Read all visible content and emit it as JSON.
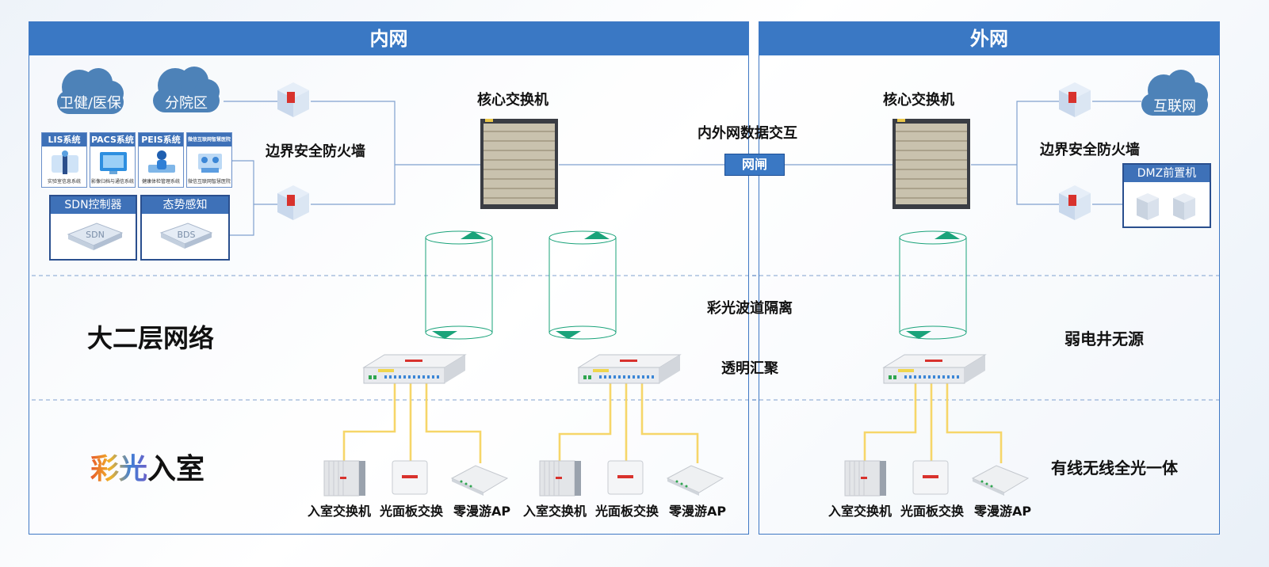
{
  "panels": {
    "inner": {
      "title": "内网"
    },
    "outer": {
      "title": "外网"
    }
  },
  "inner": {
    "clouds": [
      "卫健/医保",
      "分院区"
    ],
    "systems": [
      {
        "title": "LIS系统",
        "caption": "实验室信息系统"
      },
      {
        "title": "PACS系统",
        "caption": "影像归档与通信系统"
      },
      {
        "title": "PEIS系统",
        "caption": "健康体检管理系统"
      },
      {
        "title": "微信互联网智慧医院",
        "caption": "微信互联网智慧医院"
      }
    ],
    "boxes": [
      {
        "title": "SDN控制器",
        "device_text": "SDN"
      },
      {
        "title": "态势感知",
        "device_text": "BDS"
      }
    ],
    "firewall_label": "边界安全防火墙",
    "core_switch_label": "核心交换机",
    "big_label": "大二层网络",
    "room_title_parts": [
      "彩光",
      "入室"
    ],
    "groups": [
      {
        "devices": [
          "入室交换机",
          "光面板交换",
          "零漫游AP"
        ]
      },
      {
        "devices": [
          "入室交换机",
          "光面板交换",
          "零漫游AP"
        ]
      }
    ]
  },
  "center": {
    "exchange_label": "内外网数据交互",
    "gate_label": "网闸",
    "wave_label": "彩光波道隔离",
    "agg_label": "透明汇聚"
  },
  "outer": {
    "core_switch_label": "核心交换机",
    "cloud": "互联网",
    "firewall_label": "边界安全防火墙",
    "dmz_title": "DMZ前置机",
    "passive_label": "弱电井无源",
    "integration_label": "有线无线全光一体",
    "devices": [
      "入室交换机",
      "光面板交换",
      "零漫游AP"
    ]
  },
  "colors": {
    "panel_blue": "#3a78c4",
    "cloud_blue": "#4d82b8",
    "cable_yellow": "#f2c11a",
    "line_blue": "#3d6fb6",
    "fiber_green": "#1aa37a"
  }
}
